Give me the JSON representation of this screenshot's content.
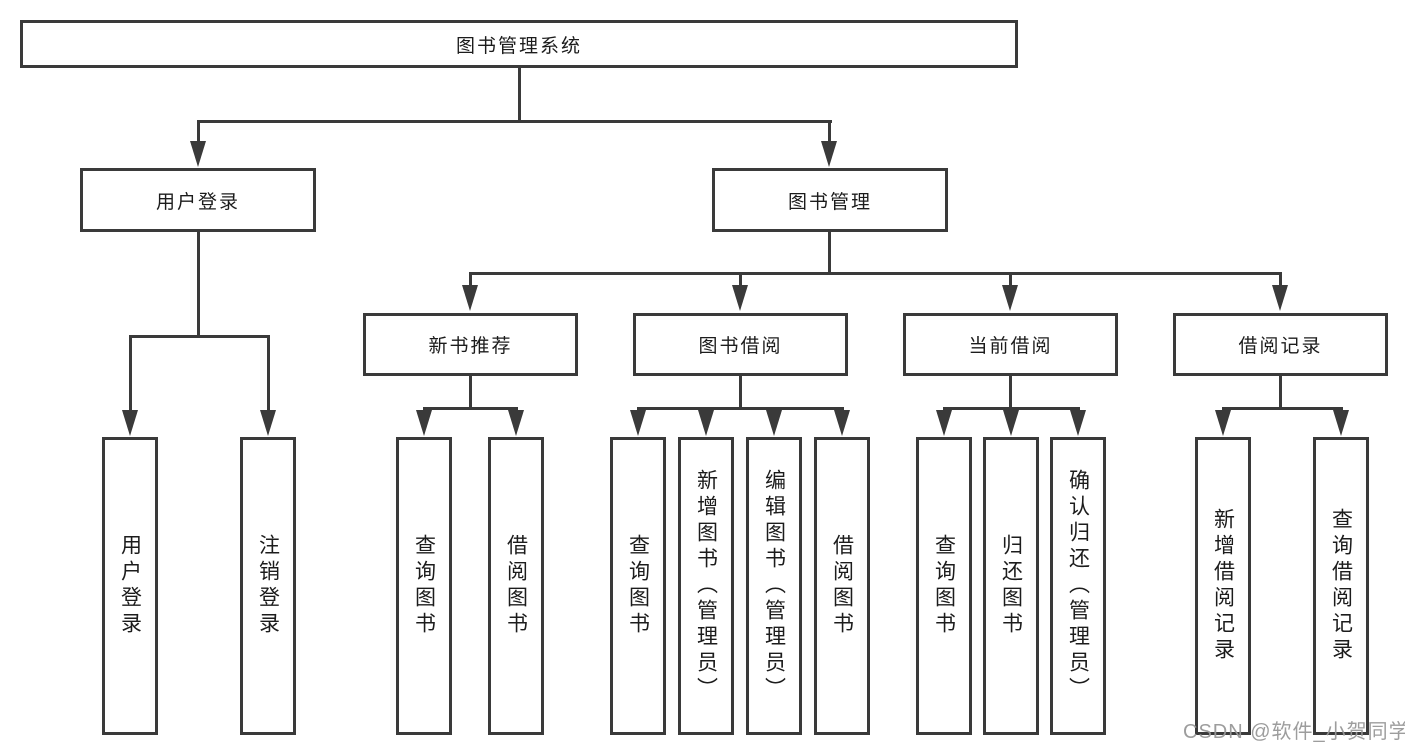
{
  "diagram": {
    "root": {
      "label": "图书管理系统"
    },
    "level2": [
      {
        "label": "用户登录"
      },
      {
        "label": "图书管理"
      }
    ],
    "level3": [
      {
        "label": "新书推荐"
      },
      {
        "label": "图书借阅"
      },
      {
        "label": "当前借阅"
      },
      {
        "label": "借阅记录"
      }
    ],
    "leaves": [
      {
        "label": "用户登录"
      },
      {
        "label": "注销登录"
      },
      {
        "label": "查询图书"
      },
      {
        "label": "借阅图书"
      },
      {
        "label": "查询图书"
      },
      {
        "label": "新增图书（管理员）"
      },
      {
        "label": "编辑图书（管理员）"
      },
      {
        "label": "借阅图书"
      },
      {
        "label": "查询图书"
      },
      {
        "label": "归还图书"
      },
      {
        "label": "确认归还（管理员）"
      },
      {
        "label": "新增借阅记录"
      },
      {
        "label": "查询借阅记录"
      }
    ]
  },
  "watermark": {
    "text": "CSDN @软件_小贺同学"
  },
  "colors": {
    "line": "#3a3a3a",
    "text": "#1c1c1c",
    "watermark": "#989898",
    "background": "#ffffff"
  }
}
